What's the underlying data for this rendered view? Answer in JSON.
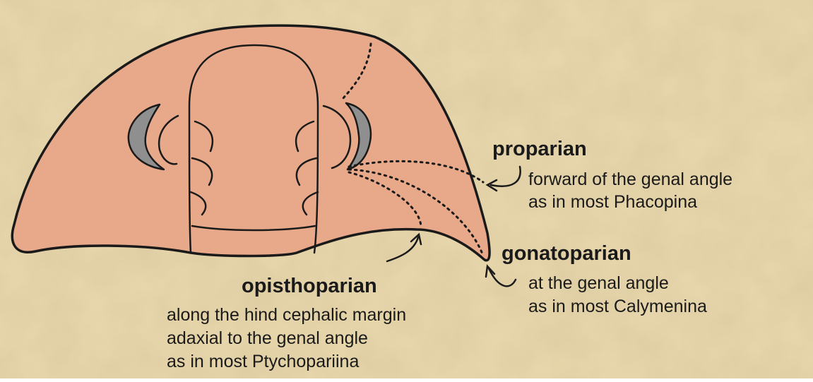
{
  "colors": {
    "background": "#e9d8ad",
    "cephalon_fill": "#e8a98a",
    "eye_fill": "#8f8f8f",
    "outline": "#1a1a1a"
  },
  "labels": {
    "proparian": {
      "term": "proparian",
      "line1": "forward of the genal angle",
      "line2": "as in most Phacopina"
    },
    "gonatoparian": {
      "term": "gonatoparian",
      "line1": "at the genal angle",
      "line2": "as in most Calymenina"
    },
    "opisthoparian": {
      "term": "opisthoparian",
      "line1": "along the hind cephalic margin",
      "line2": "adaxial to the genal angle",
      "line3": "as in most Ptychopariina"
    }
  }
}
